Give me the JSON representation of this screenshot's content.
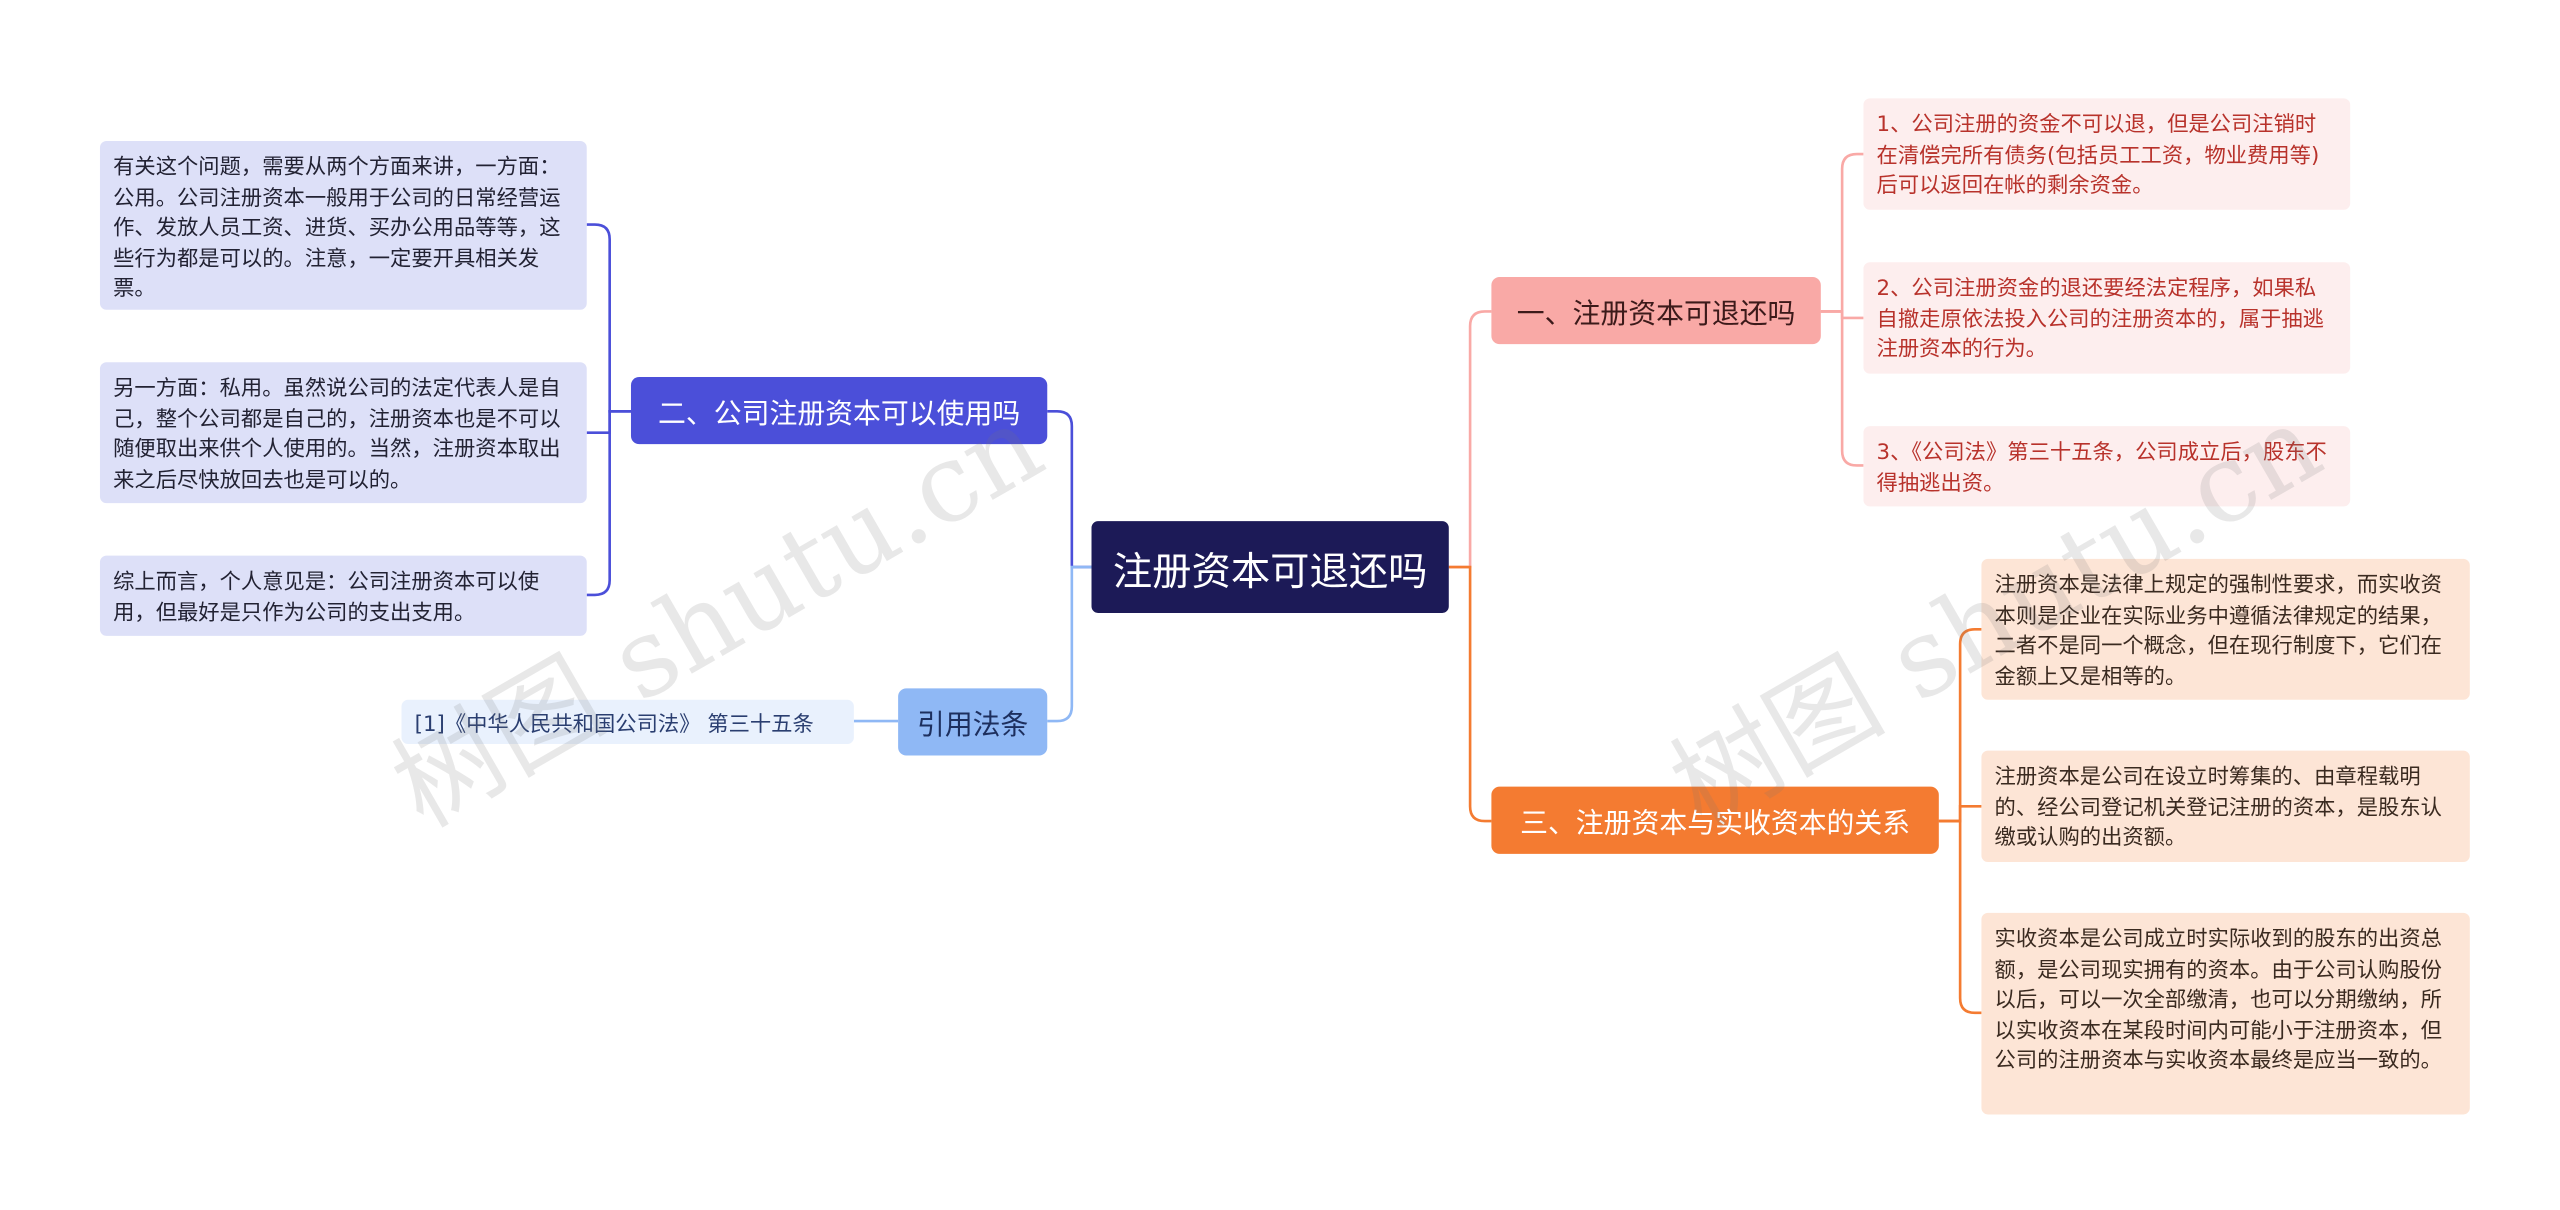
{
  "central": {
    "label": "注册资本可退还吗"
  },
  "left_branches": {
    "usage": {
      "label": "二、公司注册资本可以使用吗",
      "color": "#4b4fd9",
      "items": [
        "有关这个问题，需要从两个方面来讲，一方面：公用。公司注册资本一般用于公司的日常经营运作、发放人员工资、进货、买办公用品等等，这些行为都是可以的。注意，一定要开具相关发票。",
        "另一方面：私用。虽然说公司的法定代表人是自己，整个公司都是自己的，注册资本也是不可以随便取出来供个人使用的。当然，注册资本取出来之后尽快放回去也是可以的。",
        "综上而言，个人意见是：公司注册资本可以使用，但最好是只作为公司的支出支用。"
      ]
    },
    "citation": {
      "label": "引用法条",
      "color": "#8fb8f5",
      "items": [
        "[1]《中华人民共和国公司法》 第三十五条"
      ]
    }
  },
  "right_branches": {
    "refund": {
      "label": "一、注册资本可退还吗",
      "color": "#f9a9a6",
      "items": [
        "1、公司注册的资金不可以退，但是公司注销时在清偿完所有债务(包括员工工资，物业费用等)后可以返回在帐的剩余资金。",
        "2、公司注册资金的退还要经法定程序，如果私自撤走原依法投入公司的注册资本的，属于抽逃注册资本的行为。",
        "3、《公司法》第三十五条，公司成立后，股东不得抽逃出资。"
      ]
    },
    "relation": {
      "label": "三、注册资本与实收资本的关系",
      "color": "#f47b31",
      "items": [
        "注册资本是法律上规定的强制性要求，而实收资本则是企业在实际业务中遵循法律规定的结果，二者不是同一个概念，但在现行制度下，它们在金额上又是相等的。",
        "注册资本是公司在设立时筹集的、由章程载明的、经公司登记机关登记注册的资本，是股东认缴或认购的出资额。",
        "实收资本是公司成立时实际收到的股东的出资总额，是公司现实拥有的资本。由于公司认购股份以后，可以一次全部缴清，也可以分期缴纳，所以实收资本在某段时间内可能小于注册资本，但公司的注册资本与实收资本最终是应当一致的。"
      ]
    }
  },
  "watermarks": [
    "树图 shutu.cn",
    "树图 shutu.cn"
  ]
}
